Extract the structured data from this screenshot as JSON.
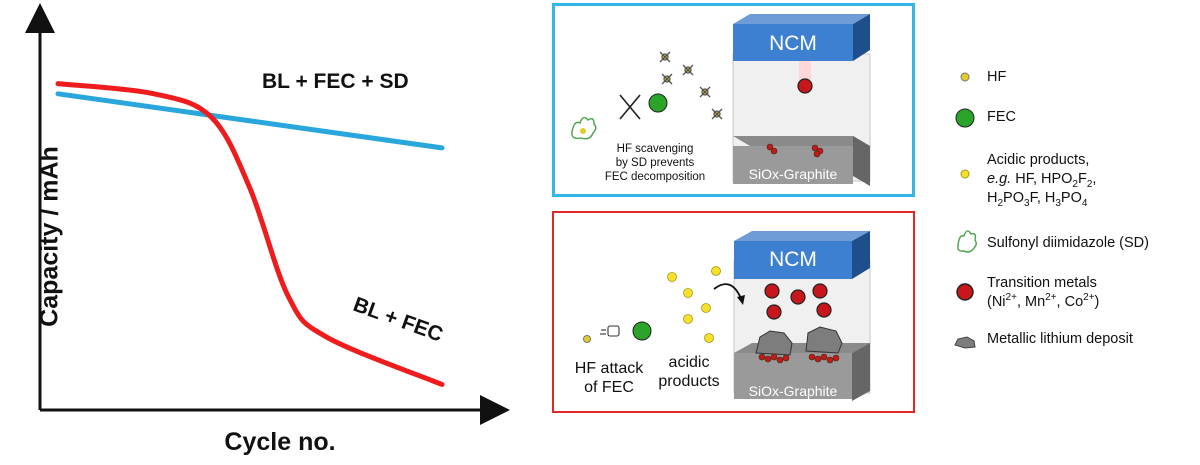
{
  "chart_data": {
    "type": "line",
    "xlabel": "Cycle no.",
    "ylabel": "Capacity / mAh",
    "series": [
      {
        "name": "BL + FEC + SD",
        "color": "#29a6dc",
        "points": [
          [
            0,
            0.9
          ],
          [
            1,
            0.74
          ]
        ]
      },
      {
        "name": "BL + FEC",
        "color": "#ee1c1c",
        "points": [
          [
            0,
            0.93
          ],
          [
            0.25,
            0.9
          ],
          [
            0.4,
            0.83
          ],
          [
            0.5,
            0.62
          ],
          [
            0.6,
            0.3
          ],
          [
            0.7,
            0.18
          ],
          [
            1,
            0.04
          ]
        ]
      }
    ],
    "xlim": [
      0,
      1
    ],
    "ylim": [
      0,
      1
    ],
    "grid": false
  },
  "top_panel": {
    "cathode": "NCM",
    "anode": "SiOx-Graphite",
    "caption_line1": "HF scavenging",
    "caption_line2": "by SD prevents",
    "caption_line3": "FEC decomposition",
    "border_color": "#33b5e5"
  },
  "bottom_panel": {
    "cathode": "NCM",
    "anode": "SiOx-Graphite",
    "hf_label_line1": "HF attack",
    "hf_label_line2": "of FEC",
    "acid_label_line1": "acidic",
    "acid_label_line2": "products",
    "border_color": "#e02828"
  },
  "legend": {
    "hf": "HF",
    "fec": "FEC",
    "acidic_line1": "Acidic products,",
    "acidic_eg": "e.g.",
    "acidic_line2_rest": " HF, HPO",
    "acidic_line2_sub1": "2",
    "acidic_line2_mid": "F",
    "acidic_line2_sub2": "2",
    "acidic_line2_end": ",",
    "acidic_line3_h": "H",
    "acidic_line3_sub1": "2",
    "acidic_line3_po": "PO",
    "acidic_line3_sub2": "3",
    "acidic_line3_f": "F, H",
    "acidic_line3_sub3": "3",
    "acidic_line3_po2": "PO",
    "acidic_line3_sub4": "4",
    "sd": "Sulfonyl diimidazole (SD)",
    "tm_line1": "Transition metals",
    "tm_open": "(Ni",
    "tm_sup1": "2+",
    "tm_mn": ", Mn",
    "tm_sup2": "2+",
    "tm_co": ", Co",
    "tm_sup3": "2+",
    "tm_close": ")",
    "li": "Metallic lithium deposit"
  }
}
